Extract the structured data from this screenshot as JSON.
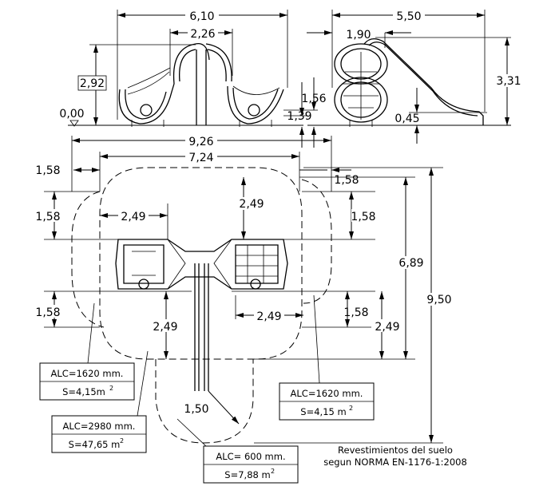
{
  "front_view": {
    "width_total": "6,10",
    "width_center": "2,26",
    "height_max": "2,92",
    "ground_level": "0,00",
    "height_right_1": "1,56",
    "height_right_2": "1,39"
  },
  "side_view": {
    "width_total": "5,50",
    "width_top": "1,90",
    "height_max": "3,31",
    "slide_exit_height": "0,45"
  },
  "plan_view": {
    "overall_width": "9,26",
    "inner_width": "7,24",
    "overall_depth": "9,50",
    "inner_depth": "6,89",
    "left_top_margin": "1,58",
    "left_mid_margin": "1,58",
    "left_bottom_margin": "1,58",
    "right_top_margin": "1,58",
    "right_mid_margin": "1,58",
    "right_bottom_margin": "1,58",
    "clearance_left": "2,49",
    "clearance_top": "2,49",
    "clearance_right": "2,49",
    "clearance_bottom_left": "2,49",
    "clearance_bottom_right": "2,49",
    "slide_radius": "1,50"
  },
  "zones": [
    {
      "alc": "ALC=1620 mm.",
      "area": "S=4,15m",
      "sup": "2"
    },
    {
      "alc": "ALC=2980 mm.",
      "area": "S=47,65 m",
      "sup": "2"
    },
    {
      "alc": "ALC= 600 mm.",
      "area": "S=7,88 m",
      "sup": "2"
    },
    {
      "alc": "ALC=1620 mm.",
      "area": "S=4,15 m",
      "sup": "2"
    }
  ],
  "note": {
    "line1": "Revestimientos del suelo",
    "line2": "segun NORMA EN-1176-1:2008"
  }
}
